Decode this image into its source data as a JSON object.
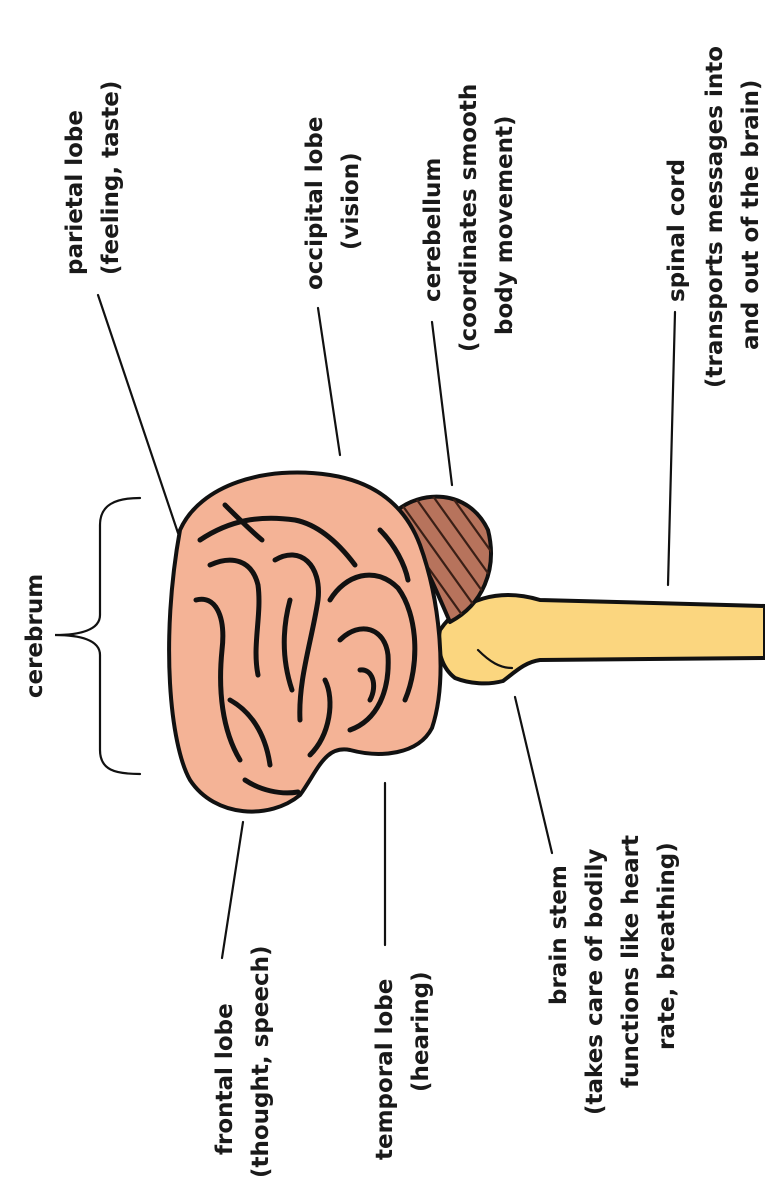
{
  "labels": {
    "cerebrum": "cerebrum",
    "parietal_lobe": {
      "name": "parietal lobe",
      "desc": "(feeling, taste)"
    },
    "occipital_lobe": {
      "name": "occipital lobe",
      "desc": "(vision)"
    },
    "cerebellum": {
      "name": "cerebellum",
      "desc_line1": "(coordinates smooth",
      "desc_line2": "body movement)"
    },
    "spinal_cord": {
      "name": "spinal cord",
      "desc_line1": "(transports messages into",
      "desc_line2": "and out of the brain)"
    },
    "frontal_lobe": {
      "name": "frontal lobe",
      "desc": "(thought, speech)"
    },
    "temporal_lobe": {
      "name": "temporal lobe",
      "desc": "(hearing)"
    },
    "brain_stem": {
      "name": "brain stem",
      "desc_line1": "(takes care of bodily",
      "desc_line2": "functions like heart",
      "desc_line3": "rate, breathing)"
    }
  },
  "colors": {
    "cerebrum_fill": "#f4b396",
    "cerebellum_fill": "#b7735c",
    "stem_fill": "#fbd67f",
    "outline": "#111111",
    "background": "#ffffff"
  }
}
